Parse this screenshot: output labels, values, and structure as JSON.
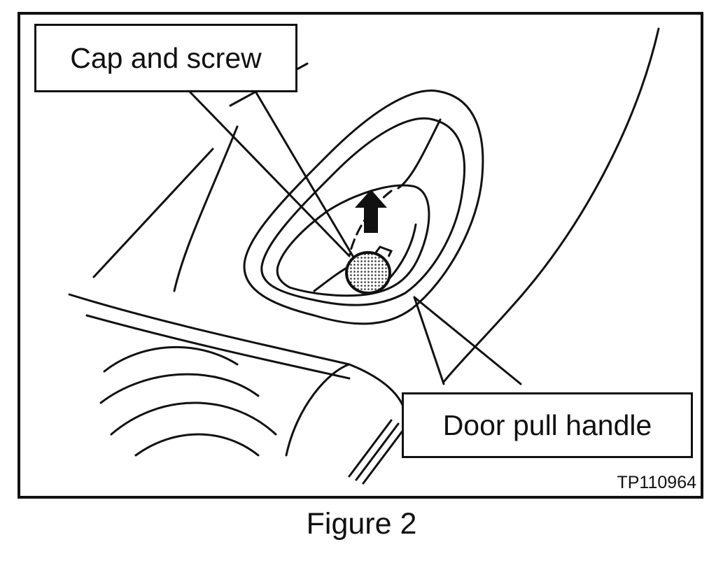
{
  "figure": {
    "callouts": {
      "cap_and_screw": "Cap and screw",
      "door_pull_handle": "Door pull handle"
    },
    "reference_code": "TP110964",
    "icons": [
      "up-arrow-icon",
      "cap-screw-icon"
    ],
    "colors": {
      "line": "#111111",
      "background": "#ffffff"
    }
  },
  "caption": "Figure 2"
}
